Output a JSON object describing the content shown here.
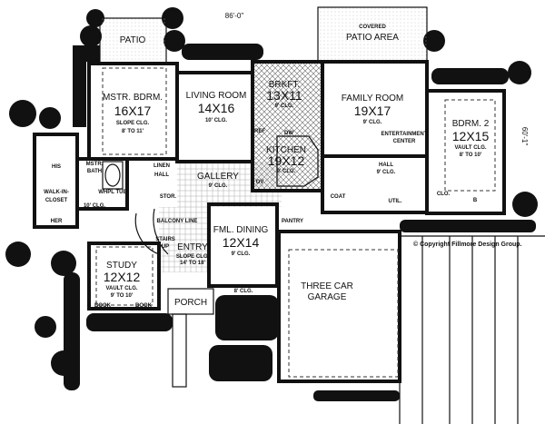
{
  "dimensions": {
    "width": "86'-0\"",
    "depth": "60'-1\""
  },
  "copyright": "© Copyright Fillmore Design Group.",
  "rooms": {
    "patio": {
      "name": "PATIO"
    },
    "covered_patio": {
      "note": "COVERED",
      "name": "PATIO AREA"
    },
    "master_bedroom": {
      "name": "MSTR. BDRM.",
      "size": "16X17",
      "ceiling": "SLOPE CLG.",
      "ceiling_range": "8' TO 11'"
    },
    "living_room": {
      "name": "LIVING ROOM",
      "size": "14X16",
      "ceiling": "10' CLG."
    },
    "breakfast": {
      "name": "BRKFT.",
      "size": "13X11",
      "ceiling": "9' CLG."
    },
    "kitchen": {
      "name": "KITCHEN",
      "size": "19X12",
      "ceiling": "9' CLG."
    },
    "family_room": {
      "name": "FAMILY ROOM",
      "size": "19X17",
      "ceiling": "9' CLG."
    },
    "entertainment": {
      "line1": "ENTERTAINMENT",
      "line2": "CENTER"
    },
    "bedroom2": {
      "name": "BDRM. 2",
      "size": "12X15",
      "ceiling": "VAULT CLG.",
      "ceiling_range": "8' TO 10'"
    },
    "walk_in_closet": {
      "line1": "WALK-IN-",
      "line2": "CLOSET",
      "his": "HIS",
      "her": "HER"
    },
    "master_bath": {
      "line1": "MSTR.",
      "line2": "BATH",
      "ceiling": "10' CLG.",
      "tub": "WHPL TUB"
    },
    "linen": "LINEN",
    "hall_left": "HALL",
    "stor": "STOR.",
    "gallery": {
      "name": "GALLERY",
      "ceiling": "9' CLG."
    },
    "balcony": "BALCONY LINE",
    "stairs": {
      "line1": "STAIRS",
      "line2": "UP"
    },
    "entry": {
      "name": "ENTRY",
      "ceiling": "SLOPE CLG.",
      "ceiling_range": "14' TO 18'"
    },
    "study": {
      "name": "STUDY",
      "size": "12X12",
      "ceiling": "VAULT CLG.",
      "ceiling_range": "9' TO 10'",
      "book": "BOOK"
    },
    "dining": {
      "name": "FML. DINING",
      "size": "12X14",
      "ceiling": "9' CLG.",
      "bay_ceiling": "8' CLG."
    },
    "porch": {
      "name": "PORCH"
    },
    "hall": {
      "name": "HALL",
      "ceiling": "9' CLG."
    },
    "coat": "COAT",
    "pantry": "PANTRY",
    "utility": "UTIL.",
    "closet": "CLO.",
    "bath": "B",
    "oven": "OV",
    "refrigerator": "REF",
    "dishwasher": "DW",
    "garage": {
      "line1": "THREE CAR",
      "line2": "GARAGE"
    }
  }
}
